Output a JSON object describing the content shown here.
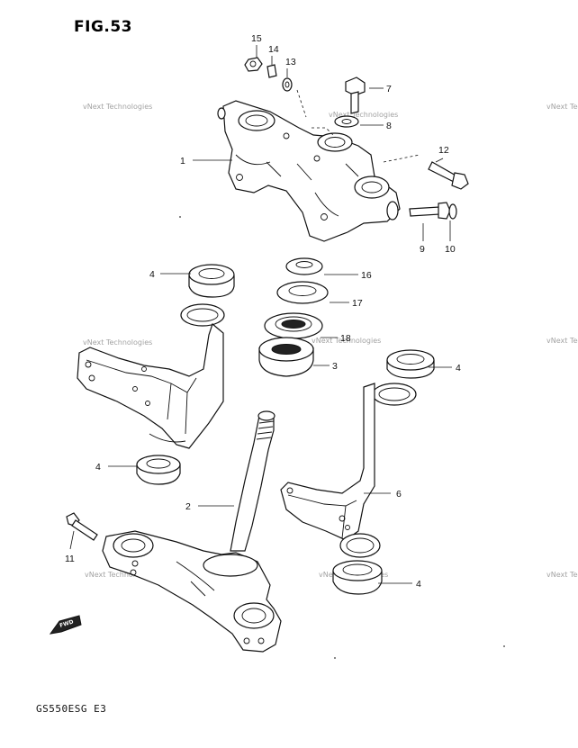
{
  "figure": {
    "title": "FIG.53",
    "model_code": "GS550ESG  E3"
  },
  "callouts": [
    "15",
    "14",
    "13",
    "7",
    "8",
    "1",
    "12",
    "9",
    "10",
    "4",
    "16",
    "17",
    "18",
    "3",
    "4",
    "4",
    "2",
    "6",
    "11",
    "4"
  ],
  "watermark": "vNext Technologies",
  "forward_label": "FWD"
}
